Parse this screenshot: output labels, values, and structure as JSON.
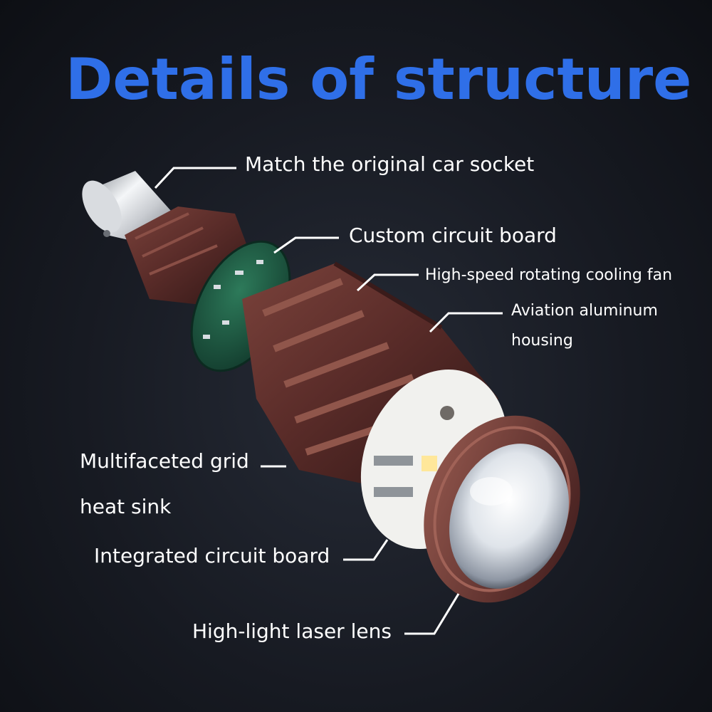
{
  "title": "Details of structure",
  "labels": {
    "socket": "Match the original car socket",
    "custom_board": "Custom circuit board",
    "fan": "High-speed rotating cooling fan",
    "housing_line1": "Aviation aluminum",
    "housing_line2": "housing",
    "heat_sink_line1": "Multifaceted grid",
    "heat_sink_line2": "heat sink",
    "integrated_board": "Integrated circuit board",
    "lens": "High-light laser lens"
  },
  "colors": {
    "title": "#2f6fe8",
    "text": "#ffffff",
    "housing": "#5e2f2c",
    "background": "#171a22"
  }
}
